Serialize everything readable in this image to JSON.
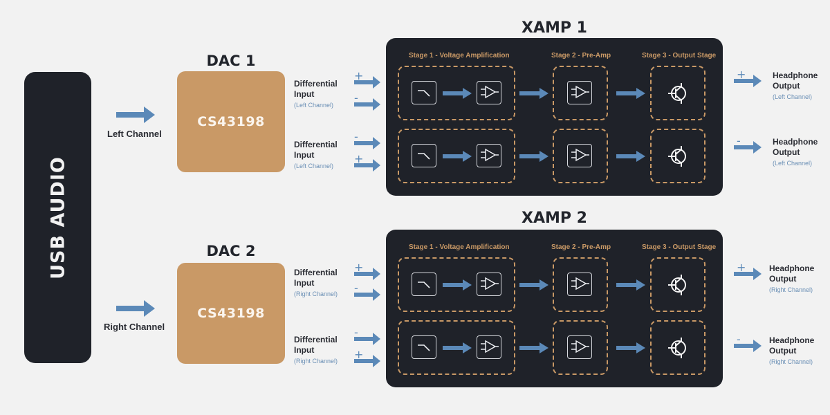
{
  "colors": {
    "background": "#f2f2f2",
    "dark_block": "#1f2229",
    "dac_block": "#c99966",
    "accent_arrow": "#5b89b8",
    "stage_label": "#c99966",
    "sub_label": "#6a8fb5"
  },
  "usb": {
    "label": "USB AUDIO"
  },
  "channels": {
    "left": "Left Channel",
    "right": "Right Channel"
  },
  "dacs": [
    {
      "title": "DAC 1",
      "chip": "CS43198",
      "inputs": [
        {
          "label": "Differential",
          "label2": "Input",
          "sub": "(Left Channel)",
          "signs": [
            "+",
            "-"
          ]
        },
        {
          "label": "Differential",
          "label2": "Input",
          "sub": "(Left Channel)",
          "signs": [
            "-",
            "+"
          ]
        }
      ]
    },
    {
      "title": "DAC 2",
      "chip": "CS43198",
      "inputs": [
        {
          "label": "Differential",
          "label2": "Input",
          "sub": "(Right Channel)",
          "signs": [
            "+",
            "-"
          ]
        },
        {
          "label": "Differential",
          "label2": "Input",
          "sub": "(Right Channel)",
          "signs": [
            "-",
            "+"
          ]
        }
      ]
    }
  ],
  "xamps": [
    {
      "title": "XAMP 1",
      "stages": [
        "Stage 1  - Voltage Amplification",
        "Stage 2 - Pre-Amp",
        "Stage 3 - Output Stage"
      ],
      "outputs": [
        {
          "sign": "+",
          "label": "Headphone",
          "label2": "Output",
          "sub": "(Left Channel)"
        },
        {
          "sign": "-",
          "label": "Headphone",
          "label2": "Output",
          "sub": "(Left Channel)"
        }
      ]
    },
    {
      "title": "XAMP 2",
      "stages": [
        "Stage 1  - Voltage Amplification",
        "Stage 2 - Pre-Amp",
        "Stage 3 - Output Stage"
      ],
      "outputs": [
        {
          "sign": "+",
          "label": "Headphone",
          "label2": "Output",
          "sub": "(Right Channel)"
        },
        {
          "sign": "-",
          "label": "Headphone",
          "label2": "Output",
          "sub": "(Right Channel)"
        }
      ]
    }
  ],
  "icons": {
    "filter": "low-pass-filter-icon",
    "amplifier": "op-amp-icon",
    "transistor": "transistor-icon",
    "arrow": "right-arrow-icon"
  }
}
